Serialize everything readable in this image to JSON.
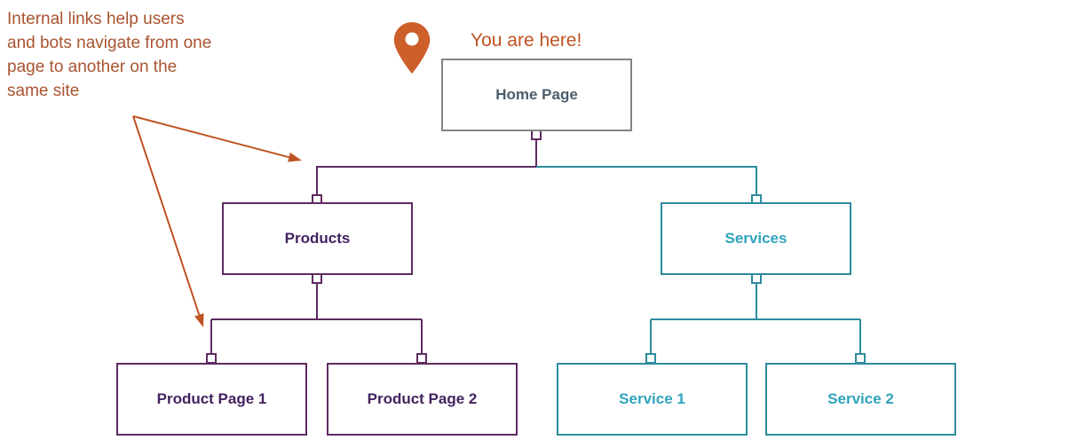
{
  "colors": {
    "orange": "#bf5322",
    "annotation": "#a9542f",
    "pin_orange": "#cd5f2b",
    "purple": "#5e2b60",
    "purple_text": "#432360",
    "teal": "#2d8b9c",
    "teal_text": "#2fa3bd",
    "gray_border": "#848484",
    "gray_text": "#4d5c6b"
  },
  "annotation": {
    "text": "Internal links help users\nand bots navigate from one\npage to another on the\nsame site"
  },
  "callout": {
    "label": "You are here!"
  },
  "icons": {
    "pin": "location-pin"
  },
  "nodes": {
    "home": {
      "label": "Home Page"
    },
    "products": {
      "label": "Products"
    },
    "services": {
      "label": "Services"
    },
    "product1": {
      "label": "Product Page 1"
    },
    "product2": {
      "label": "Product Page 2"
    },
    "service1": {
      "label": "Service 1"
    },
    "service2": {
      "label": "Service 2"
    }
  }
}
